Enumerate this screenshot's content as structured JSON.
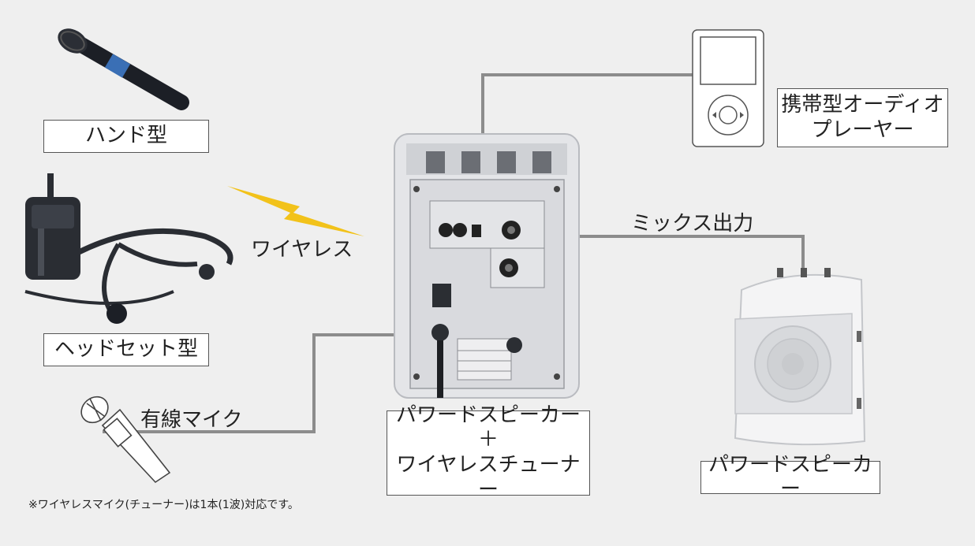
{
  "labels": {
    "handheld": "ハンド型",
    "headset": "ヘッドセット型",
    "wireless": "ワイヤレス",
    "wired_mic": "有線マイク",
    "portable_player_line1": "携帯型オーディオ",
    "portable_player_line2": "プレーヤー",
    "mix_out": "ミックス出力",
    "main_unit_line1": "パワードスピーカー",
    "main_unit_line2": "＋",
    "main_unit_line3": "ワイヤレスチューナー",
    "sub_speaker": "パワードスピーカー"
  },
  "footnote": "※ワイヤレスマイク(チューナー)は1本(1波)対応です。",
  "colors": {
    "background": "#efefef",
    "connector": "#8c8c8c",
    "wireless_bolt": "#f2c21a"
  },
  "icons": [
    "handheld-mic-icon",
    "headset-mic-icon",
    "wired-mic-icon",
    "audio-player-icon",
    "powered-speaker-tuner-icon",
    "powered-speaker-icon",
    "wireless-bolt-icon"
  ]
}
